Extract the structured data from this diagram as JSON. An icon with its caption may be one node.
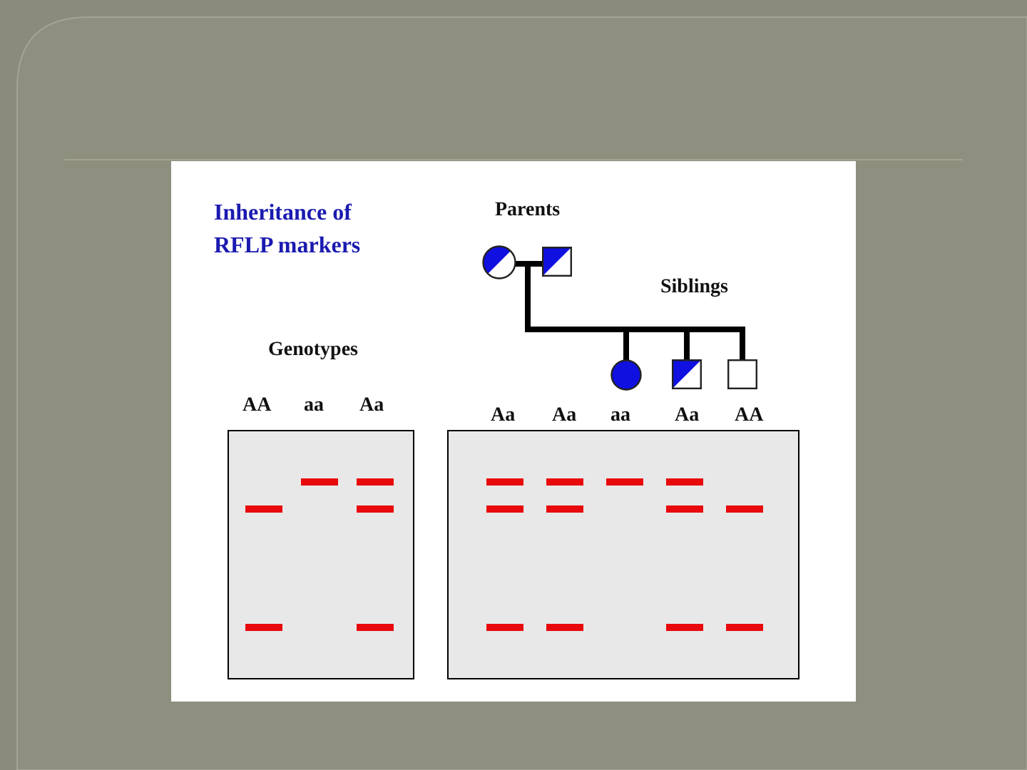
{
  "diagram": {
    "title": "Inheritance of RFLP markers",
    "nodes": [
      {
        "text": [],
        "shape": "circle"
      },
      {
        "text": [],
        "shape": "box"
      },
      {
        "text": [],
        "shape": "circle"
      },
      {
        "text": [],
        "shape": "box"
      },
      {
        "text": [],
        "shape": "box"
      }
    ],
    "edges": [
      {
        "from": 0,
        "to": 1,
        "arrow": "none"
      },
      {
        "from": 0,
        "to": 2,
        "arrow": "none"
      },
      {
        "from": 0,
        "to": 3,
        "arrow": "none"
      },
      {
        "from": 0,
        "to": 4,
        "arrow": "none"
      },
      {
        "from": 1,
        "to": 2,
        "arrow": "none"
      },
      {
        "from": 1,
        "to": 3,
        "arrow": "none"
      },
      {
        "from": 1,
        "to": 4,
        "arrow": "none"
      }
    ],
    "labels": [
      "Parents",
      "Siblings",
      "Genotypes",
      "AA",
      "aa",
      "Aa",
      "Aa",
      "Aa",
      "aa",
      "Aa",
      "AA"
    ]
  }
}
